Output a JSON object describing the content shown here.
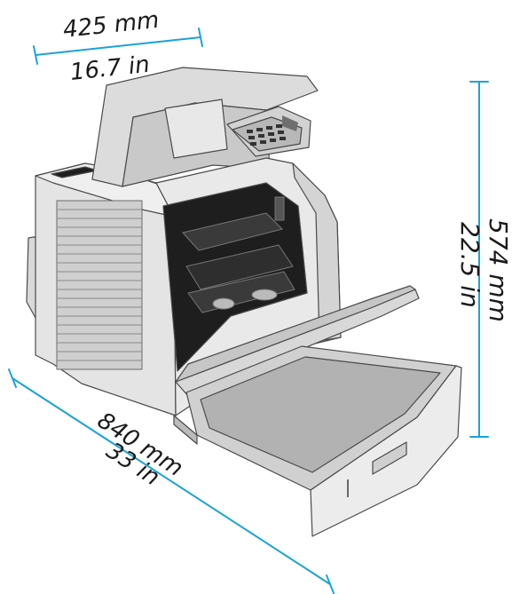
{
  "dimensions": {
    "width": {
      "mm": "425 mm",
      "in": "16.7 in"
    },
    "height": {
      "mm": "574 mm",
      "in": "22.5 in"
    },
    "depth": {
      "mm": "840 mm",
      "in": "33 in"
    }
  },
  "colors": {
    "dimension_line": "#1aa3d9",
    "printer_body": "#e6e6e6",
    "printer_shadow": "#9a9a9a",
    "printer_dark": "#1e1e1e",
    "outline": "#4a4a4a"
  },
  "icons": {
    "illustration": "laser-printer-open-illustration"
  }
}
